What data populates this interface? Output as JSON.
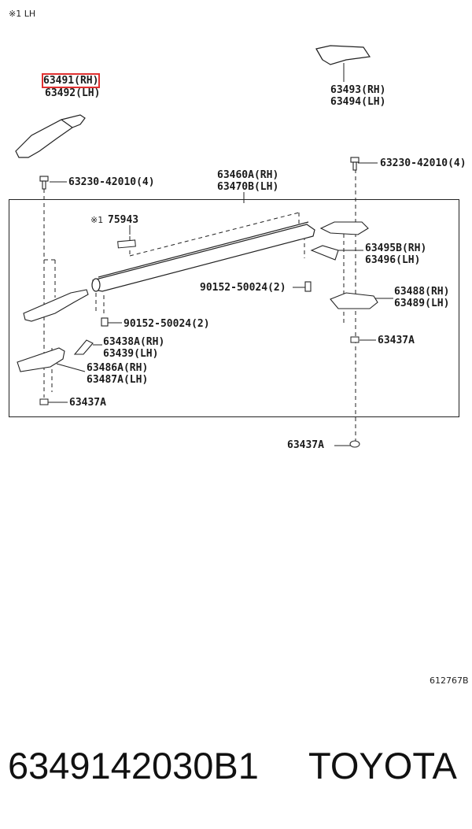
{
  "note_label": "※1 LH",
  "catalog_code": "612767B",
  "labels": {
    "p63491": "63491(RH)",
    "p63492": "63492(LH)",
    "p63493": "63493(RH)",
    "p63494": "63494(LH)",
    "bolt_right": "63230-42010(4)",
    "bolt_left": "63230-42010(4)",
    "p63460": "63460A(RH)",
    "p63470": "63470B(LH)",
    "ref_mark": "※1",
    "p75943": "75943",
    "p63495": "63495B(RH)",
    "p63496": "63496(LH)",
    "screw_mid": "90152-50024(2)",
    "screw_left": "90152-50024(2)",
    "p63488": "63488(RH)",
    "p63489": "63489(LH)",
    "p63438": "63438A(RH)",
    "p63439": "63439(LH)",
    "p63437_right": "63437A",
    "p63486": "63486A(RH)",
    "p63487": "63487A(LH)",
    "p63437_left": "63437A",
    "p63437_bottom": "63437A"
  },
  "footer": {
    "part_number": "6349142030B1",
    "brand": "TOYOTA"
  },
  "colors": {
    "highlight": "#e03030",
    "line": "#222222"
  }
}
